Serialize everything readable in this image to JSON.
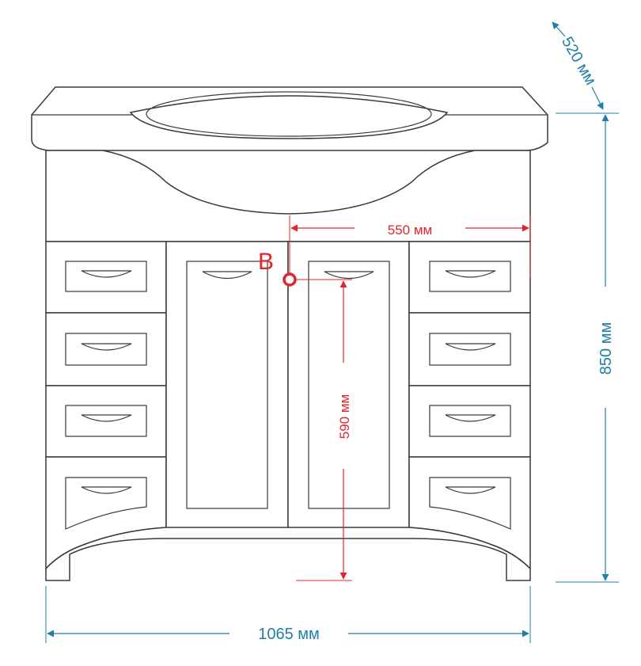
{
  "dimensions": {
    "width_label": "1065  мм",
    "height_label": "850 мм",
    "depth_label": "520 мм",
    "pipe_offset_label": "550 мм",
    "pipe_height_label": "590 мм"
  },
  "markers": {
    "pipe_letter": "B"
  },
  "colors": {
    "dimension_blue": "#1f7fa6",
    "pipe_red": "#e0252b",
    "outline": "#3a3a3a"
  }
}
